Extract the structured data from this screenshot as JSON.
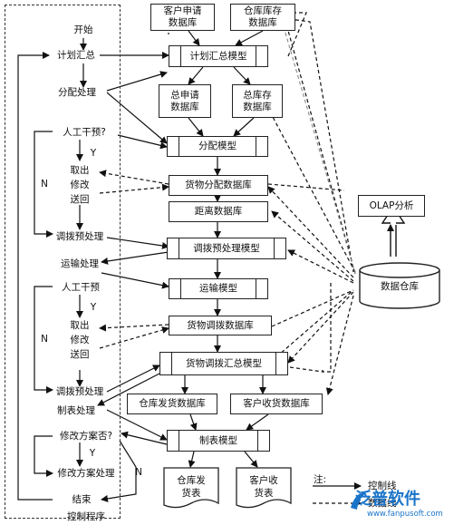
{
  "control": {
    "title": "控制程序",
    "start": "开始",
    "plan_summary": "计划汇总",
    "allocate": "分配处理",
    "manual_q1": "人工干预?",
    "y1": "Y",
    "fetch1": "取出",
    "modify1": "修改",
    "return1": "送回",
    "n1": "N",
    "dispatch1": "调拨预处理",
    "transport": "运输处理",
    "manual_q2": "人工干预",
    "y2": "Y",
    "fetch2": "取出",
    "modify2": "修改",
    "return2": "送回",
    "n2": "N",
    "dispatch2": "调拨预处理",
    "report": "制表处理",
    "modify_plan_q": "修改方案否?",
    "y3": "Y",
    "modify_plan": "修改方案处理",
    "n3": "N",
    "end": "结束"
  },
  "databases": {
    "customer_request": "客户申请\n数据库",
    "warehouse_stock": "仓库库存\n数据库",
    "total_request": "总申请\n数据库",
    "total_stock": "总库存\n数据库",
    "goods_allocation": "货物分配数据库",
    "distance": "距离数据库",
    "goods_dispatch": "货物调拨数据库",
    "warehouse_issue": "仓库发货数据库",
    "customer_receipt": "客户收货数据库"
  },
  "models": {
    "plan_summary": "计划汇总模型",
    "allocation": "分配模型",
    "dispatch_pre": "调拨预处理模型",
    "transport": "运输模型",
    "dispatch_summary": "货物调拨汇总模型",
    "report": "制表模型"
  },
  "documents": {
    "issue_sheet": "仓库发\n货表",
    "receipt_sheet": "客户收\n货表"
  },
  "warehouse": {
    "data_warehouse": "数据仓库",
    "olap": "OLAP分析"
  },
  "legend": {
    "title": "注:",
    "control_line": "控制线",
    "data_line": "数据线"
  },
  "watermark": {
    "brand": "泛普软件",
    "url": "www.fanpusoft.com"
  }
}
